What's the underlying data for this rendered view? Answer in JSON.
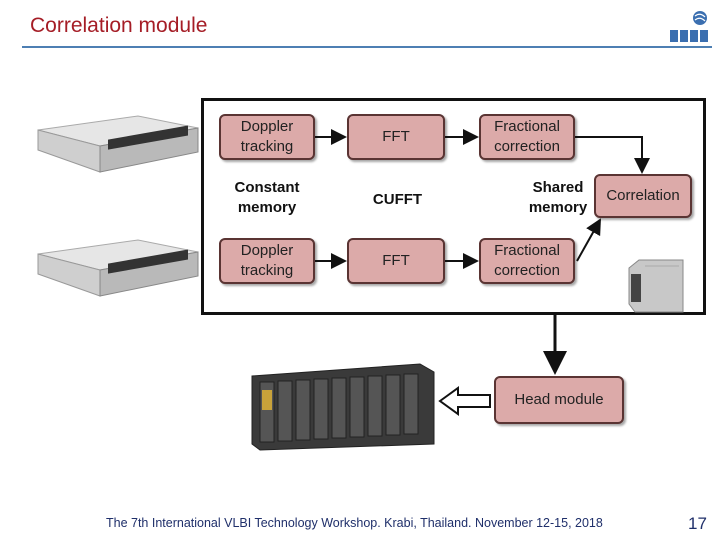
{
  "header": {
    "title": "Correlation module"
  },
  "diagram": {
    "doppler_top": "Doppler tracking",
    "fft_top": "FFT",
    "fractional_top": "Fractional correction",
    "constant_memory": "Constant memory",
    "cufft": "CUFFT",
    "shared_memory": "Shared memory",
    "correlation": "Correlation",
    "doppler_bottom": "Doppler tracking",
    "fft_bottom": "FFT",
    "fractional_bottom": "Fractional correction",
    "head_module": "Head module"
  },
  "footer": {
    "text": "The 7th International VLBI Technology Workshop. Krabi, Thailand. November 12-15, 2018",
    "page": "17"
  },
  "colors": {
    "box_fill": "#dcaaa9",
    "box_border": "#5a3433",
    "title": "#a51d26",
    "rule": "#4d7fb3"
  }
}
